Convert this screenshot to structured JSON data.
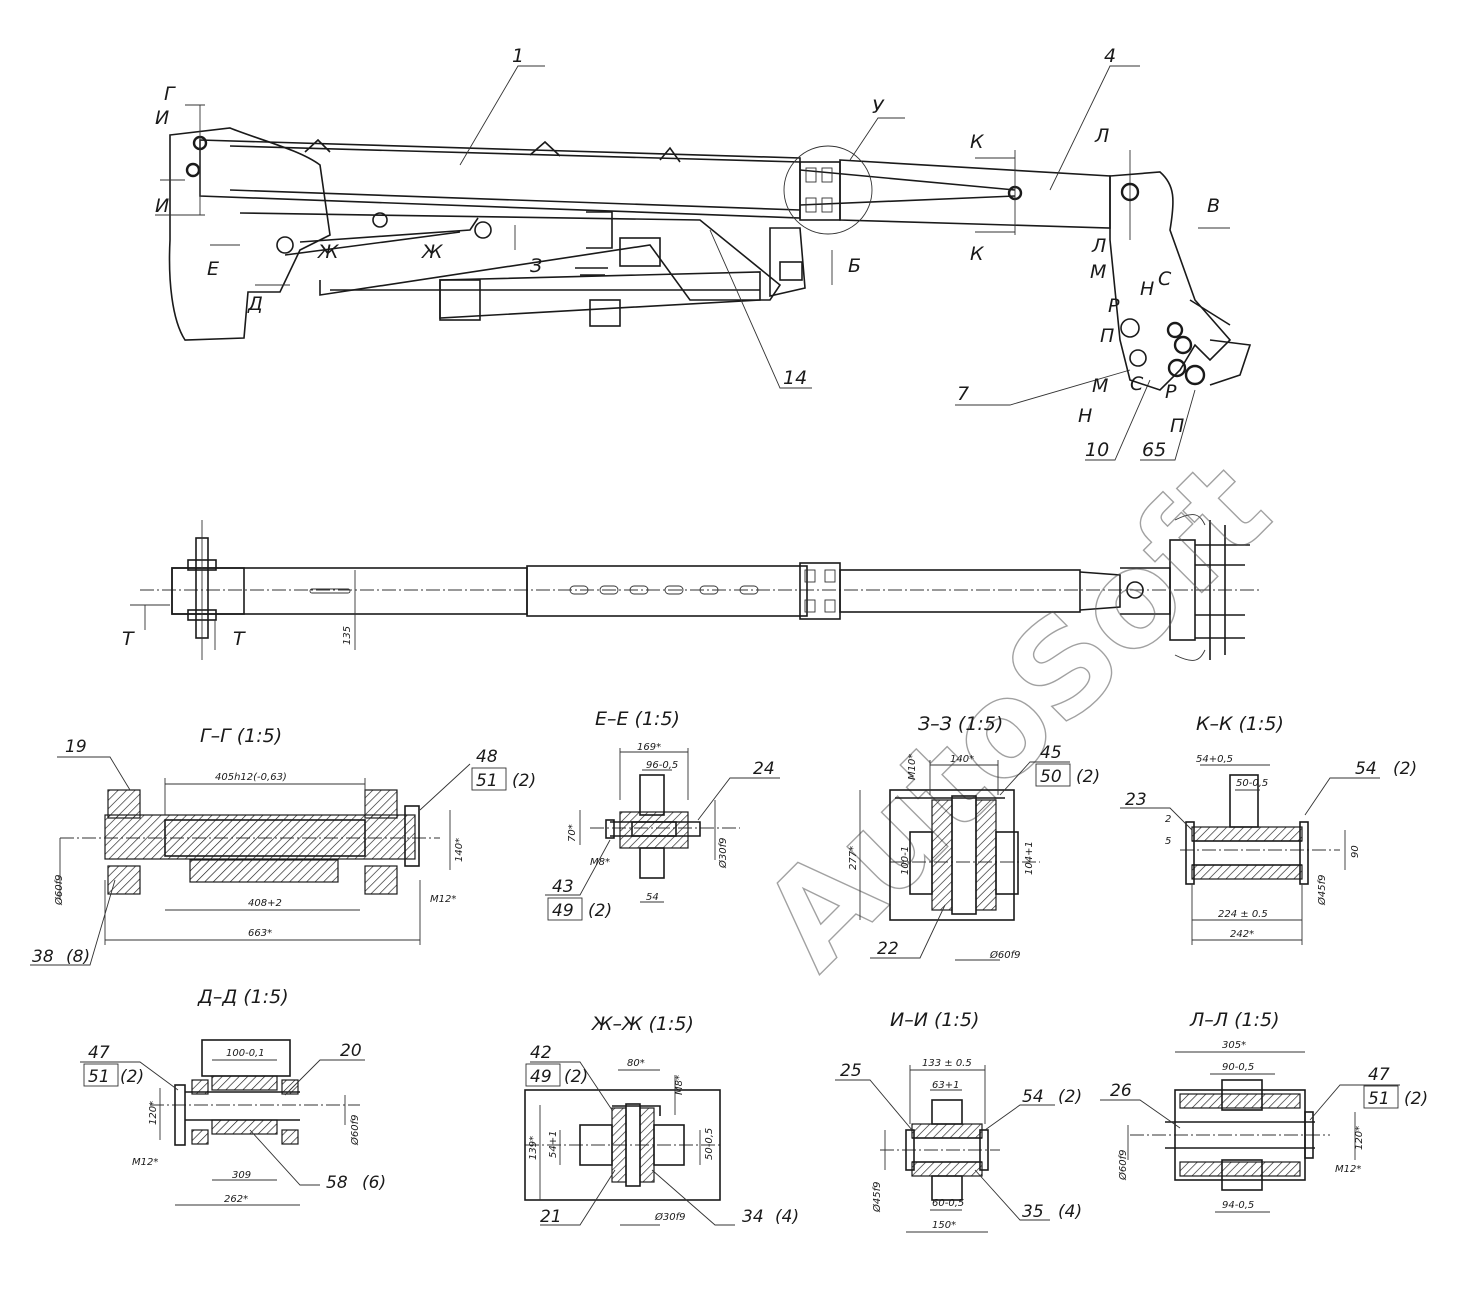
{
  "watermark": "AutoSoft",
  "callouts": {
    "c1": "1",
    "c4": "4",
    "c7": "7",
    "c10": "10",
    "c14": "14",
    "c65": "65"
  },
  "section_letters": {
    "G": "Г",
    "I": "И",
    "E": "Е",
    "D": "Д",
    "ZH": "Ж",
    "Z": "З",
    "B": "Б",
    "U": "У",
    "K": "К",
    "L": "Л",
    "V": "В",
    "M": "М",
    "N": "Н",
    "S": "С",
    "R": "Р",
    "P": "П",
    "T": "Т"
  },
  "plan": {
    "dim135": "135"
  },
  "views": {
    "gg": {
      "title": "Г–Г  (1:5)",
      "c19": "19",
      "c48": "48",
      "c51": "51",
      "q51": "(2)",
      "c38": "38",
      "q38": "(8)",
      "d405": "405h12(-0,63)",
      "d408": "408+2",
      "d663": "663*",
      "d140": "140*",
      "dM12": "M12*",
      "dPhi": "Ø60f9"
    },
    "ee": {
      "title": "Е–Е  (1:5)",
      "c24": "24",
      "c43": "43",
      "c49": "49",
      "q49": "(2)",
      "d169": "169*",
      "d96": "96-0,5",
      "d70": "70*",
      "dM8": "M8*",
      "d54": "54",
      "dPhi": "Ø30f9"
    },
    "zz": {
      "title": "З–З  (1:5)",
      "c45": "45",
      "c50": "50",
      "q50": "(2)",
      "c22": "22",
      "d140": "140*",
      "dM10": "M10*",
      "d277": "277*",
      "d100": "100-1",
      "d104": "104+1",
      "dPhi": "Ø60f9"
    },
    "kk": {
      "title": "К–К  (1:5)",
      "c23": "23",
      "c54": "54",
      "q54": "(2)",
      "d54": "54+0,5",
      "d50": "50-0,5",
      "d2": "2",
      "d5": "5",
      "d90": "90",
      "d224": "224 ± 0.5",
      "d242": "242*",
      "dPhi": "Ø45f9"
    },
    "dd": {
      "title": "Д–Д  (1:5)",
      "c47": "47",
      "c51": "51",
      "q51": "(2)",
      "c20": "20",
      "c58": "58",
      "q58": "(6)",
      "d100": "100-0,1",
      "d120": "120*",
      "dM12": "M12*",
      "d309": "309",
      "d262": "262*",
      "dPhi": "Ø60f9"
    },
    "jj": {
      "title": "Ж–Ж (1:5)",
      "c42": "42",
      "c49": "49",
      "q49": "(2)",
      "c21": "21",
      "c34": "34",
      "q34": "(4)",
      "d80": "80*",
      "dM8": "M8*",
      "d139": "139*",
      "d54": "54+1",
      "d50": "50-0,5",
      "dPhi": "Ø30f9"
    },
    "ii": {
      "title": "И–И (1:5)",
      "c25": "25",
      "c54": "54",
      "q54": "(2)",
      "c35": "35",
      "q35": "(4)",
      "d133": "133 ± 0.5",
      "d63": "63+1",
      "d60": "60-0,5",
      "d150": "150*",
      "dPhi": "Ø45f9"
    },
    "ll": {
      "title": "Л–Л (1:5)",
      "c26": "26",
      "c47": "47",
      "c51": "51",
      "q51": "(2)",
      "d305": "305*",
      "d90": "90-0,5",
      "d94": "94-0,5",
      "d120": "120*",
      "dM12": "M12*",
      "dPhi": "Ø60f9"
    }
  }
}
